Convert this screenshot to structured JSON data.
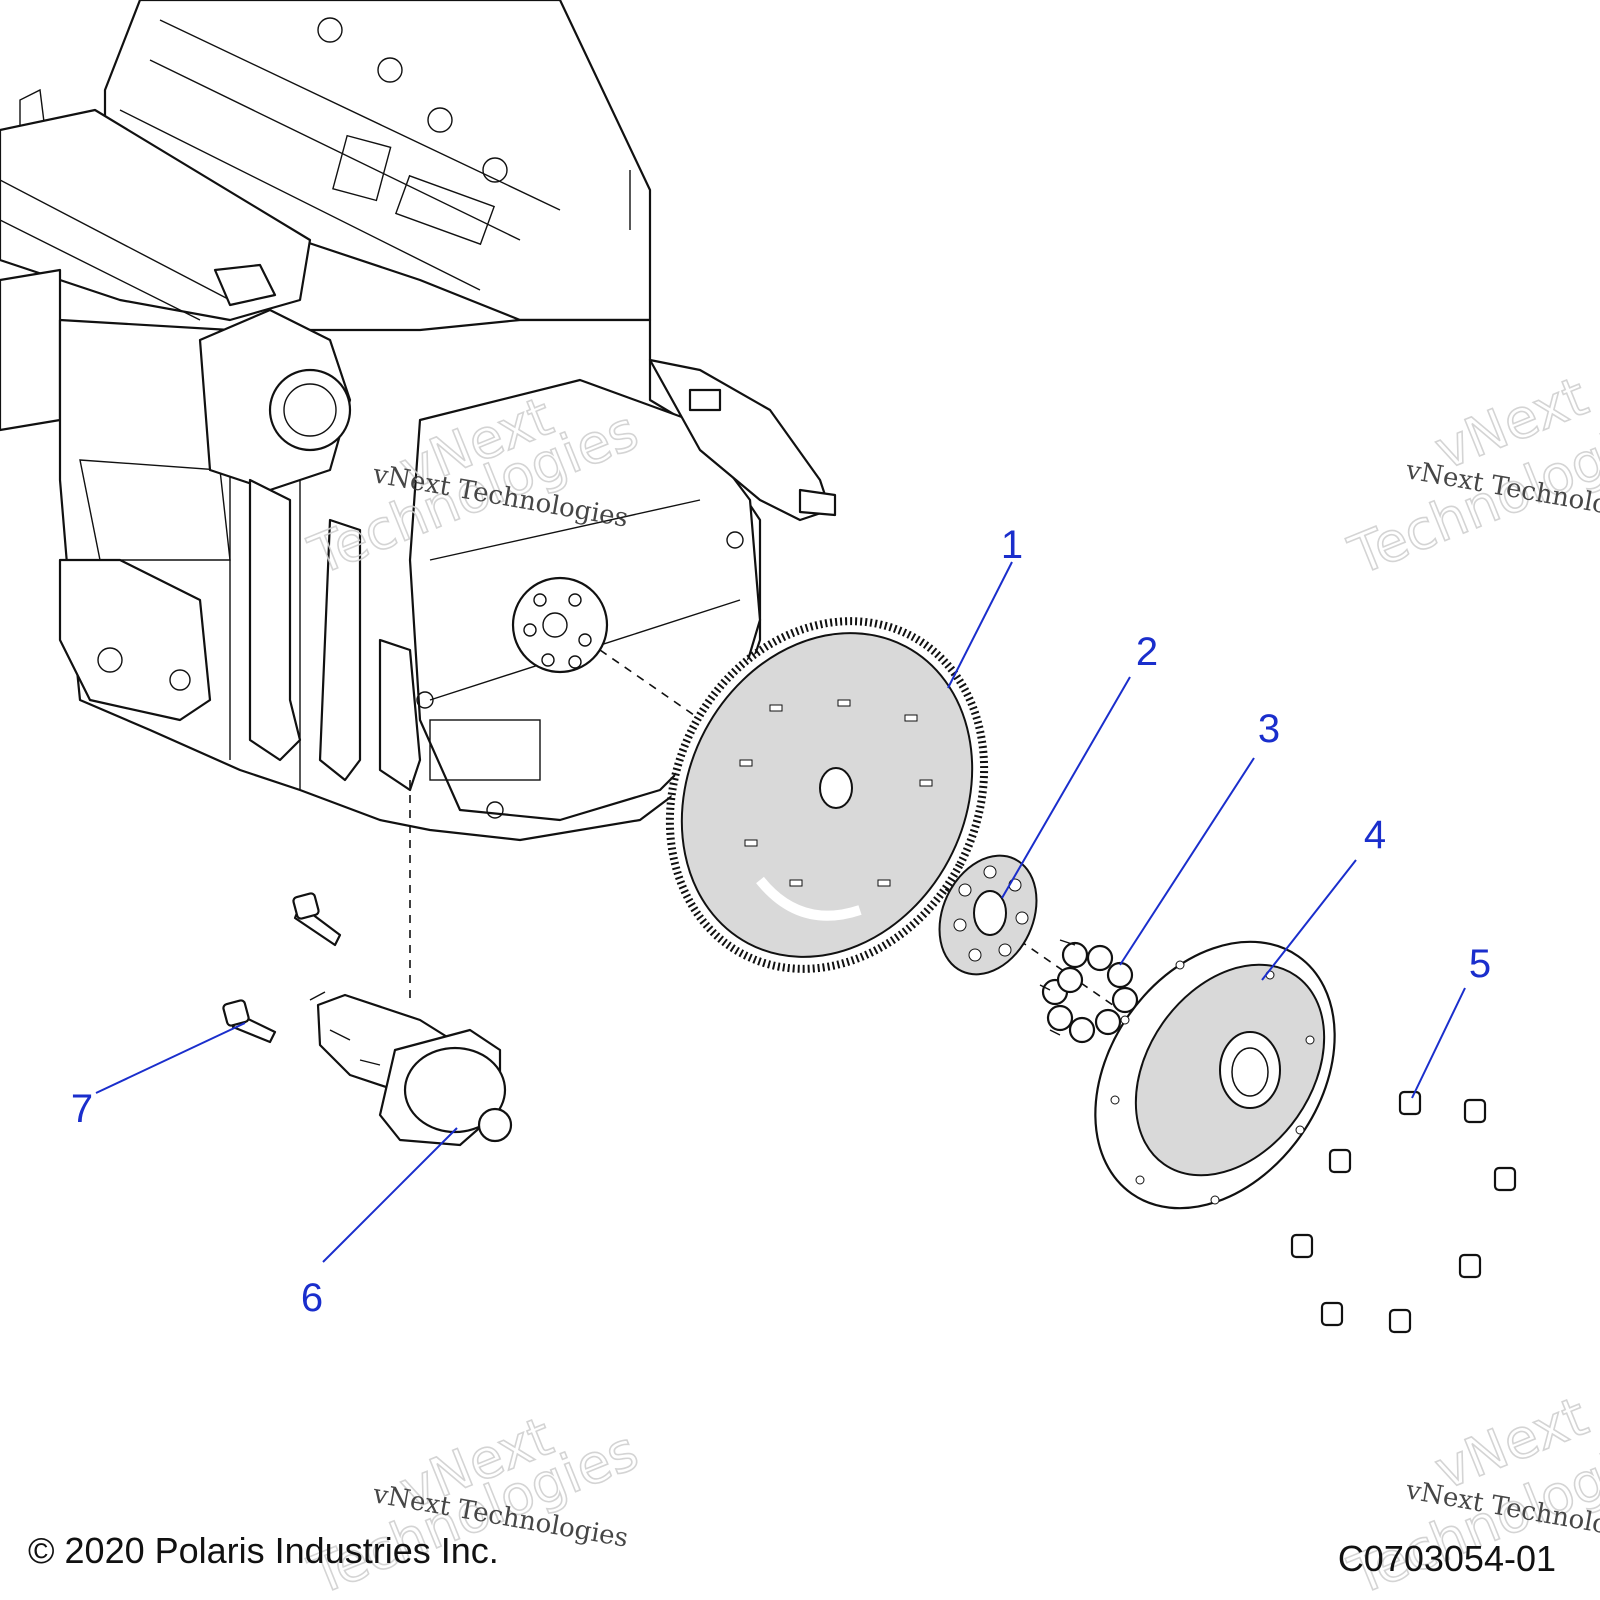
{
  "callouts": [
    "1",
    "2",
    "3",
    "4",
    "5",
    "6",
    "7"
  ],
  "watermark": {
    "line1": "vNext",
    "line2": "Technologies",
    "full": "vNext Technologies"
  },
  "footer": {
    "copyright": "© 2020 Polaris Industries Inc.",
    "figure_code": "C0703054-01"
  },
  "colors": {
    "callout": "#1a2ecc",
    "line": "#111111",
    "shade": "#d9d9d9"
  }
}
